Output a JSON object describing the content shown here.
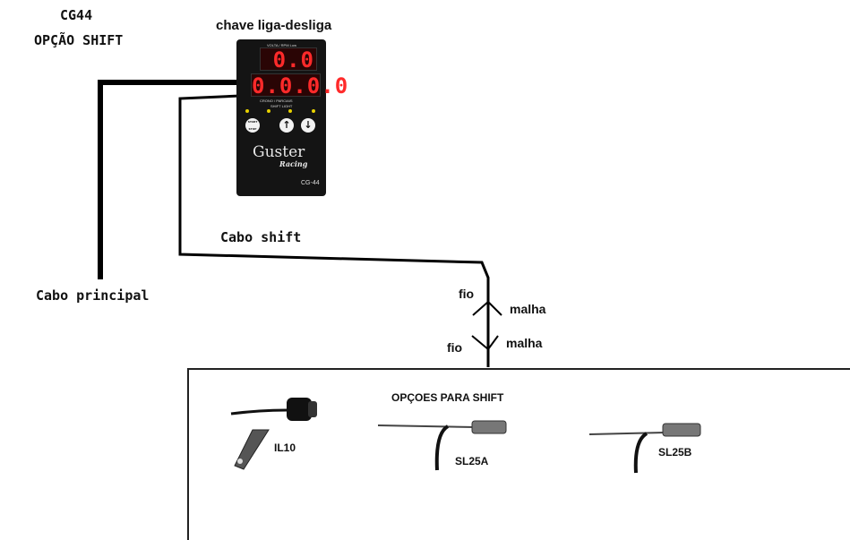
{
  "labels": {
    "model": "CG44",
    "shift_option": "OPÇÃO SHIFT",
    "switch": "chave liga-desliga",
    "main_cable": "Cabo principal",
    "shift_cable": "Cabo shift",
    "wire_1": "fio",
    "mesh_1": "malha",
    "wire_2": "fio",
    "mesh_2": "malha"
  },
  "device": {
    "top_caption": "VOLTA / RPM Low",
    "top_display": "0.0",
    "main_display": "0.0.0.0",
    "bottom_caption": "CRONO / PARCIAIS",
    "shift_caption": "SHIFT LIGHT",
    "start_stop": "START STOP",
    "up_symbol": "↑",
    "down_symbol": "↓",
    "brand": "Guster",
    "brand_sub": "Racing",
    "model": "CG-44"
  },
  "options": {
    "title": "OPÇOES PARA SHIFT",
    "sensors": [
      {
        "name": "IL10"
      },
      {
        "name": "SL25A"
      },
      {
        "name": "SL25B"
      }
    ]
  }
}
